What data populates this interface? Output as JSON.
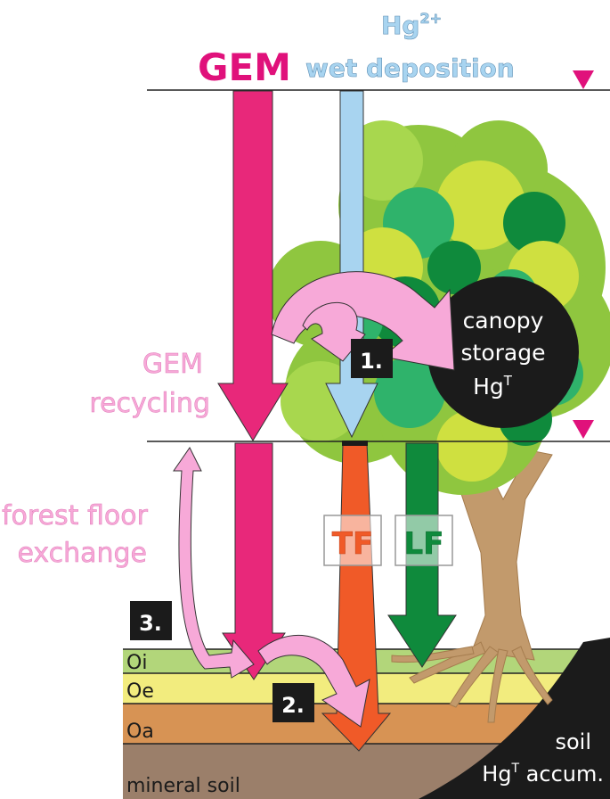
{
  "header": {
    "gem": "GEM",
    "hg_prefix": "Hg",
    "hg_superscript": "2+",
    "wet_deposition": "wet deposition"
  },
  "left_labels": {
    "gem_recycling_line1": "GEM",
    "gem_recycling_line2": "recycling",
    "forest_floor_line1": "forest floor",
    "forest_floor_line2": "exchange"
  },
  "canopy": {
    "line1": "canopy",
    "line2": "storage",
    "line3_base": "Hg",
    "line3_superscript": "T"
  },
  "badges": {
    "one": "1.",
    "two": "2.",
    "three": "3."
  },
  "flux_labels": {
    "tf": "TF",
    "lf": "LF"
  },
  "soil_layers": {
    "oi": "Oi",
    "oe": "Oe",
    "oa": "Oa",
    "mineral": "mineral soil"
  },
  "soil_accum": {
    "line1": "soil",
    "line2_base": "Hg",
    "line2_superscript": "T",
    "line2_suffix": " accum."
  },
  "colors": {
    "gem_magenta": "#e8287a",
    "gem_text": "#e0117b",
    "hg_blue": "#a8d4f0",
    "pink_light": "#f7a9d8",
    "tf_orange": "#f05a28",
    "lf_green": "#0f8a3c",
    "oi": "#b2d67a",
    "oe": "#f2ec7e",
    "oa": "#d79354",
    "mineral": "#9b7f6a",
    "trunk": "#c29a6c",
    "canopy_black": "#1b1b1b"
  }
}
